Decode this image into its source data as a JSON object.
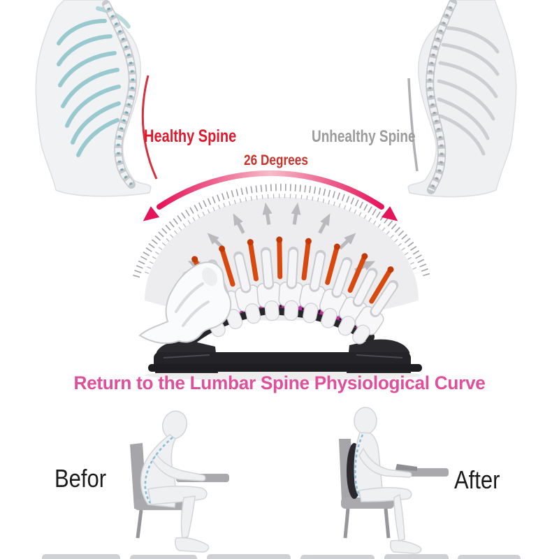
{
  "image": {
    "kind": "product-infographic",
    "subject": "lumbar-spine-stretcher"
  },
  "labels": {
    "healthy_spine": "Healthy Spine",
    "unhealthy_spine": "Unhealthy Spine",
    "degrees": "26 Degrees",
    "caption": "Return to the Lumbar Spine Physiological Curve",
    "before": "Befor",
    "after": "After"
  },
  "colors": {
    "healthy_label_red": "#e0182b",
    "degrees_red": "#c8332c",
    "unhealthy_label_gray": "#9b9b9b",
    "caption_pink": "#de4f9c",
    "arc_arrow_pink": "#e5145a",
    "disc_orange": "#d7490e",
    "rib_teal": "#8fc5cb",
    "device_black": "#242428",
    "device_magenta": "#c22ca2",
    "posture_line_blue": "#85bcdc",
    "figure_gray": "#eef0f2",
    "before_after_black": "#1b1b1b"
  },
  "illustrations": {
    "left_torso": "healthy-spine-torso-side-view",
    "right_torso": "unhealthy-spine-torso-side-view",
    "protractor": "26-degree-arc-scale-with-outward-arrows",
    "spine_arch": "lumbar-vertebrae-arched-with-orange-discs",
    "device": "black-lumbar-stretcher-with-magenta-massage-ridge",
    "before_figure": "slouched-sitting-posture-at-desk",
    "after_figure": "upright-sitting-posture-with-lumbar-support-cushion"
  }
}
